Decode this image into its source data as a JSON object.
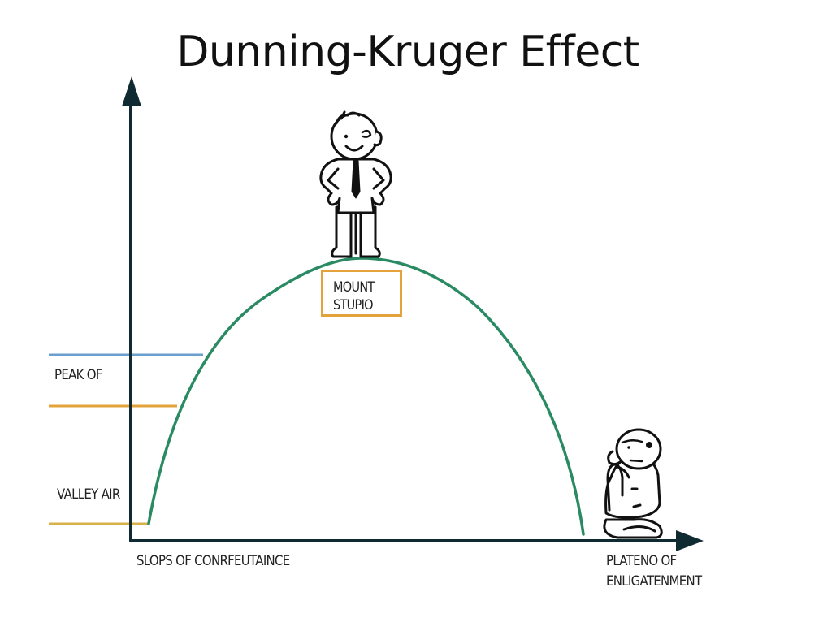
{
  "title": "Dunning-Kruger Effect",
  "labels": {
    "mount": {
      "line1": "MOUNT",
      "line2": "STUPIO"
    },
    "peak_of": "PEAK OF",
    "valley_air": "VALLEY AIR",
    "slope_of_confidence": "SLOPS OF CONRFEUTAINCE",
    "plateau_line1": "PLATENO OF",
    "plateau_line2": "ENLIGATENMENT"
  },
  "colors": {
    "curve": "#2a8a63",
    "axis": "#0f2a30",
    "peak_line": "#6a9fd0",
    "mid_line": "#e3a33a",
    "valley_line": "#d9b04a",
    "mount_box_border": "#e3a33a",
    "text": "#222222"
  },
  "figures": {
    "confident_man": "stick-figure-standing-hands-on-hips-with-tie",
    "thinking_man": "stick-figure-sitting-hand-on-chin"
  },
  "chart_data": {
    "type": "line",
    "title": "Dunning-Kruger Effect",
    "xlabel": "",
    "ylabel": "",
    "grid": false,
    "series": [
      {
        "name": "confidence-curve",
        "shape": "arch",
        "points": [
          {
            "x": 0.05,
            "y": 0.05
          },
          {
            "x": 0.15,
            "y": 0.5
          },
          {
            "x": 0.4,
            "y": 1.0
          },
          {
            "x": 0.65,
            "y": 0.5
          },
          {
            "x": 0.8,
            "y": 0.0
          }
        ]
      }
    ],
    "reference_lines": [
      {
        "name": "peak-of",
        "y": 0.66,
        "color": "#6a9fd0"
      },
      {
        "name": "mid",
        "y": 0.49,
        "color": "#e3a33a"
      },
      {
        "name": "valley-air",
        "y": 0.06,
        "color": "#d9b04a"
      }
    ],
    "annotations": [
      "MOUNT STUPIO",
      "PEAK OF",
      "VALLEY AIR",
      "SLOPS OF CONRFEUTAINCE",
      "PLATENO OF ENLIGATENMENT"
    ]
  }
}
